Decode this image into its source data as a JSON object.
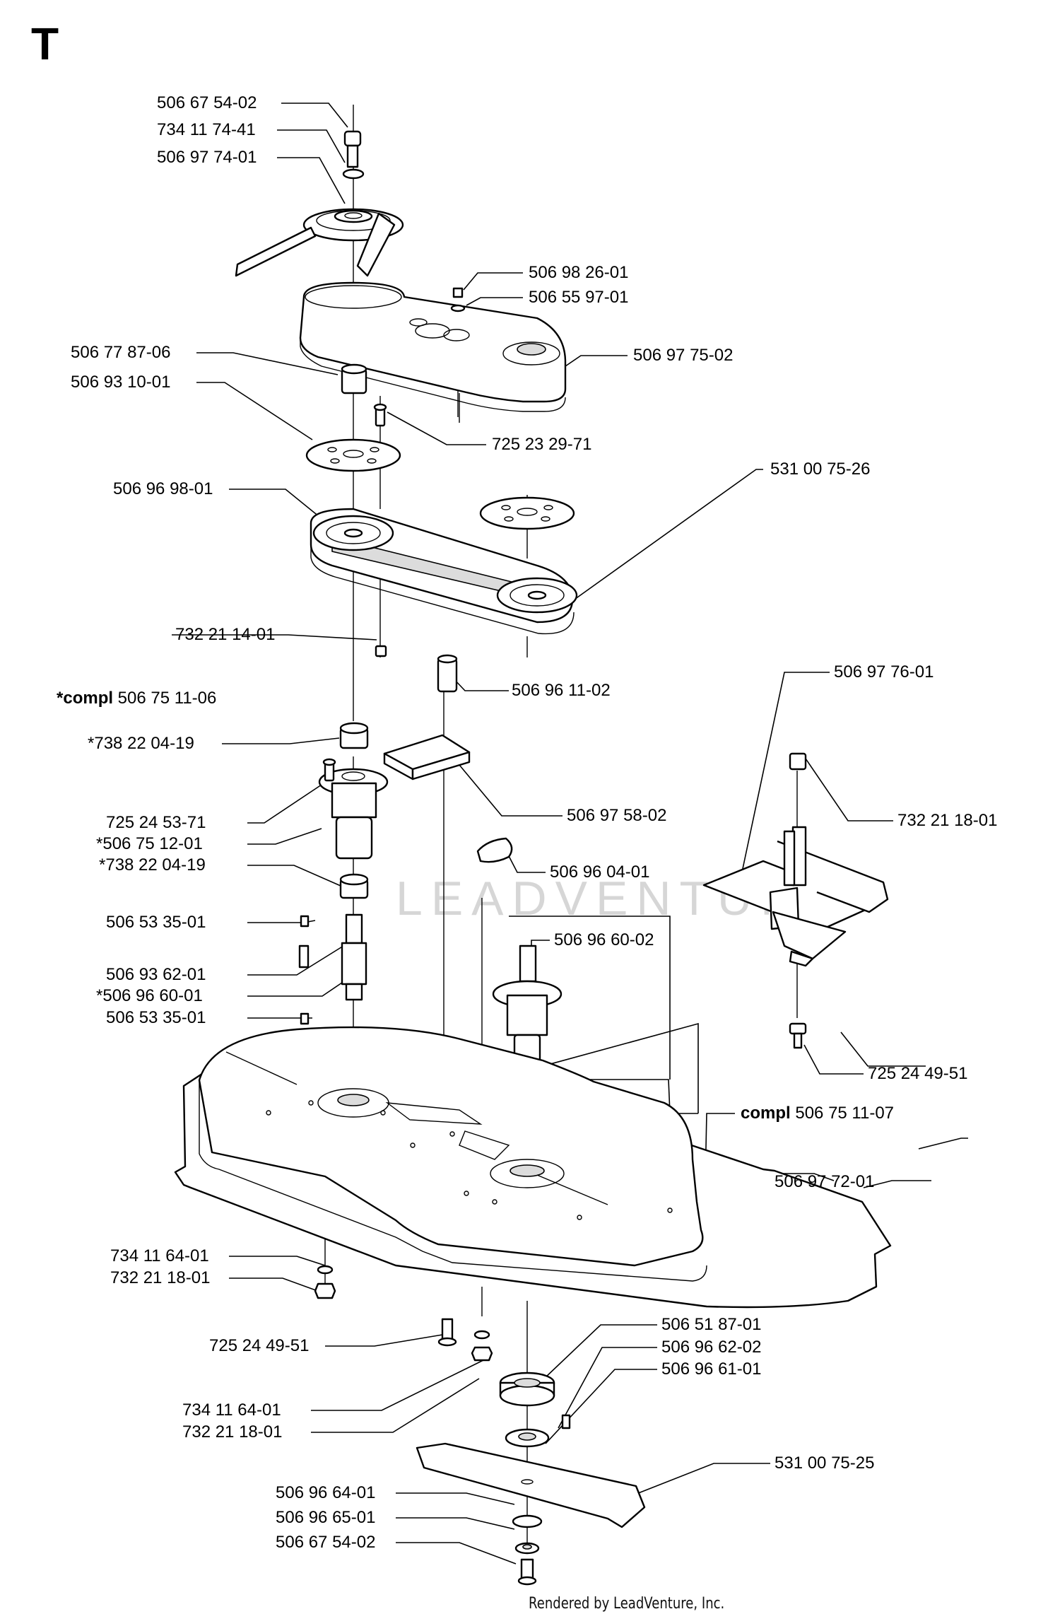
{
  "section_letter": "T",
  "watermark_text": "LEADVENTURE",
  "footer": "Rendered by LeadVenture, Inc.",
  "callouts": [
    {
      "id": "c01",
      "text": "506 67 54-02"
    },
    {
      "id": "c02",
      "text": "734 11 74-41"
    },
    {
      "id": "c03",
      "text": "506 97 74-01"
    },
    {
      "id": "c04",
      "text": "506 98 26-01"
    },
    {
      "id": "c05",
      "text": "506 55 97-01"
    },
    {
      "id": "c06",
      "text": "506 97 75-02"
    },
    {
      "id": "c07",
      "text": "506 77 87-06"
    },
    {
      "id": "c08",
      "text": "506 93 10-01"
    },
    {
      "id": "c09",
      "text": "725 23 29-71"
    },
    {
      "id": "c10",
      "text": "531 00 75-26"
    },
    {
      "id": "c11",
      "text": "506 96 98-01"
    },
    {
      "id": "c12",
      "text": "732 21 14-01"
    },
    {
      "id": "c13",
      "text": "506 96 11-02"
    },
    {
      "id": "c14",
      "bold": "*compl",
      "text": " 506 75 11-06"
    },
    {
      "id": "c15",
      "text": "506 97 76-01"
    },
    {
      "id": "c16",
      "text": "*738 22 04-19"
    },
    {
      "id": "c17",
      "text": "506 97 58-02"
    },
    {
      "id": "c18",
      "text": "732 21 18-01"
    },
    {
      "id": "c19",
      "text": "725 24 53-71"
    },
    {
      "id": "c20",
      "text": "*506 75 12-01"
    },
    {
      "id": "c21",
      "text": "*738 22 04-19"
    },
    {
      "id": "c22",
      "text": "506 96 04-01"
    },
    {
      "id": "c23",
      "text": "506 53 35-01"
    },
    {
      "id": "c24",
      "text": "506 96 60-02"
    },
    {
      "id": "c25",
      "text": "506 93 62-01"
    },
    {
      "id": "c26",
      "text": "*506 96 60-01"
    },
    {
      "id": "c27",
      "text": "506 53 35-01"
    },
    {
      "id": "c28",
      "text": "725 24 49-51"
    },
    {
      "id": "c29",
      "bold": "compl",
      "text": " 506 75 11-07"
    },
    {
      "id": "c30",
      "text": "506 97 72-01"
    },
    {
      "id": "c31",
      "text": "734 11 64-01"
    },
    {
      "id": "c32",
      "text": "732 21 18-01"
    },
    {
      "id": "c33",
      "text": "506 51 87-01"
    },
    {
      "id": "c34",
      "text": "725 24 49-51"
    },
    {
      "id": "c35",
      "text": "506 96 62-02"
    },
    {
      "id": "c36",
      "text": "506 96 61-01"
    },
    {
      "id": "c37",
      "text": "734 11 64-01"
    },
    {
      "id": "c38",
      "text": "732 21 18-01"
    },
    {
      "id": "c39",
      "text": "531 00 75-25"
    },
    {
      "id": "c40",
      "text": "506 96 64-01"
    },
    {
      "id": "c41",
      "text": "506 96 65-01"
    },
    {
      "id": "c42",
      "text": "506 67 54-02"
    }
  ]
}
